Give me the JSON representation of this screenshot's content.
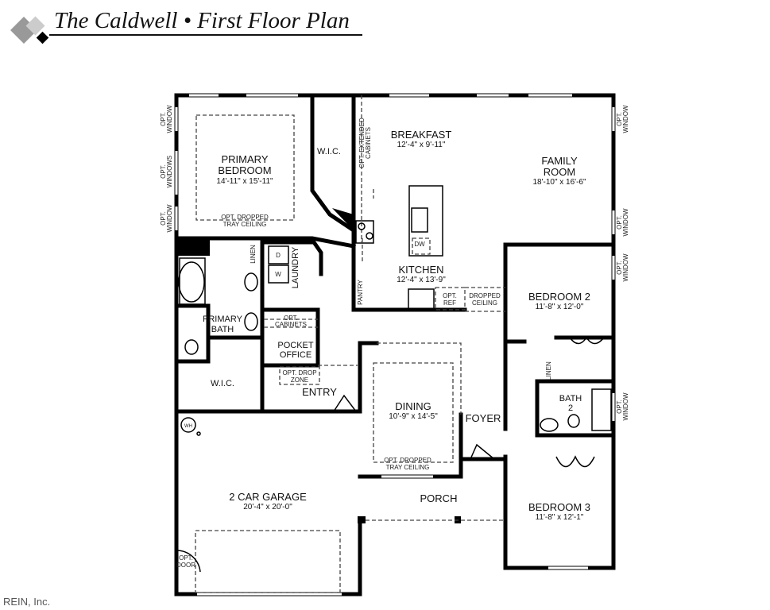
{
  "header": {
    "title": "The Caldwell • First Floor Plan"
  },
  "footer": {
    "credit": "REIN, Inc."
  },
  "rooms": {
    "primary_bedroom": {
      "name1": "PRIMARY",
      "name2": "BEDROOM",
      "dims": "14'-11\" x 15'-11\""
    },
    "breakfast": {
      "name": "BREAKFAST",
      "dims": "12'-4\" x 9'-11\""
    },
    "family_room": {
      "name1": "FAMILY",
      "name2": "ROOM",
      "dims": "18'-10\" x 16'-6\""
    },
    "kitchen": {
      "name": "KITCHEN",
      "dims": "12'-4\" x 13'-9\""
    },
    "bedroom2": {
      "name": "BEDROOM 2",
      "dims": "11'-8\" x 12'-0\""
    },
    "primary_bath": {
      "name1": "PRIMARY",
      "name2": "BATH"
    },
    "wic_upper": {
      "name": "W.I.C."
    },
    "wic_lower": {
      "name": "W.I.C."
    },
    "laundry": {
      "name": "LAUNDRY"
    },
    "pocket_office": {
      "name1": "POCKET",
      "name2": "OFFICE"
    },
    "entry": {
      "name": "ENTRY"
    },
    "dining": {
      "name": "DINING",
      "dims": "10'-9\" x 14'-5\""
    },
    "foyer": {
      "name": "FOYER"
    },
    "bath2": {
      "name1": "BATH",
      "name2": "2"
    },
    "porch": {
      "name": "PORCH"
    },
    "bedroom3": {
      "name": "BEDROOM 3",
      "dims": "11'-8\" x 12'-1\""
    },
    "garage": {
      "name": "2 CAR GARAGE",
      "dims": "20'-4\" x 20'-0\""
    },
    "pantry": {
      "name": "PANTRY"
    }
  },
  "notes": {
    "opt": "OPT.",
    "window": "WINDOW",
    "windows": "WINDOWS",
    "opt_dropped": "OPT. DROPPED",
    "tray_ceiling": "TRAY CEILING",
    "opt_extended": "OPT. EXTENDED",
    "cabinets": "CABINETS",
    "opt_cabinets1": "OPT.",
    "opt_cabinets2": "CABINETS",
    "opt_drop1": "OPT. DROP",
    "opt_drop2": "ZONE",
    "opt_ref1": "OPT.",
    "opt_ref2": "REF",
    "dropped1": "DROPPED",
    "dropped2": "CEILING",
    "linen": "LINEN",
    "dryer": "D",
    "washer": "W",
    "dishwasher": "DW",
    "water_heater": "WH",
    "opt_door1": "OPT.",
    "opt_door2": "DOOR"
  }
}
